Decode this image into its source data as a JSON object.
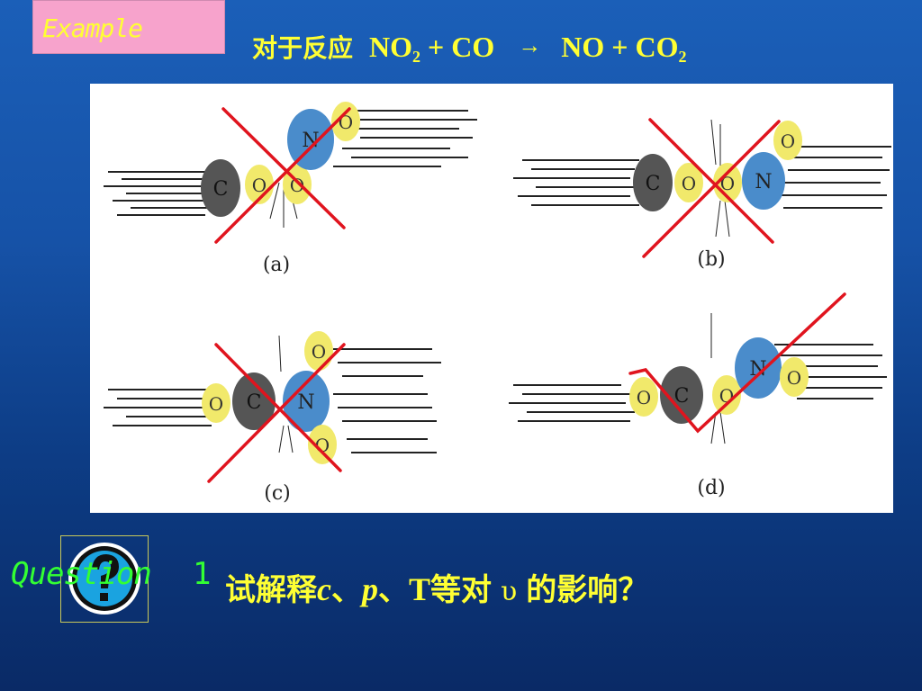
{
  "example_badge": {
    "label": "Example"
  },
  "title": {
    "chinese": "对于反应",
    "reactant1_base": "NO",
    "reactant1_sub": "2",
    "plus1": "+",
    "reactant2": "CO",
    "arrow": "→",
    "product1": "NO",
    "plus2": "+",
    "product2_base": "CO",
    "product2_sub": "2"
  },
  "diagram": {
    "panels": [
      {
        "caption": "(a)",
        "outcome": "crossed-out"
      },
      {
        "caption": "(b)",
        "outcome": "crossed-out"
      },
      {
        "caption": "(c)",
        "outcome": "crossed-out"
      },
      {
        "caption": "(d)",
        "outcome": "checked"
      }
    ],
    "atoms": {
      "carbon": "C",
      "oxygen": "O",
      "nitrogen": "N"
    },
    "colors": {
      "carbon": "#555555",
      "oxygen": "#f1e96b",
      "nitrogen": "#4a8ccb",
      "mark": "#e0141e"
    }
  },
  "question": {
    "icon": "question-mark-icon",
    "label": "Question",
    "number": "1",
    "text_prefix": "试解释",
    "var_c": "c",
    "sep1": "、",
    "var_p": "p",
    "sep2": "、",
    "var_T": "T",
    "text_mid": "等对",
    "symbol": "υ",
    "text_suffix": "的影响？"
  },
  "colors": {
    "background_top": "#1b5fb8",
    "background_bottom": "#0a2a66",
    "text_yellow": "#ffff33",
    "text_green": "#33ff33",
    "badge_pink": "#f7a3cc"
  }
}
